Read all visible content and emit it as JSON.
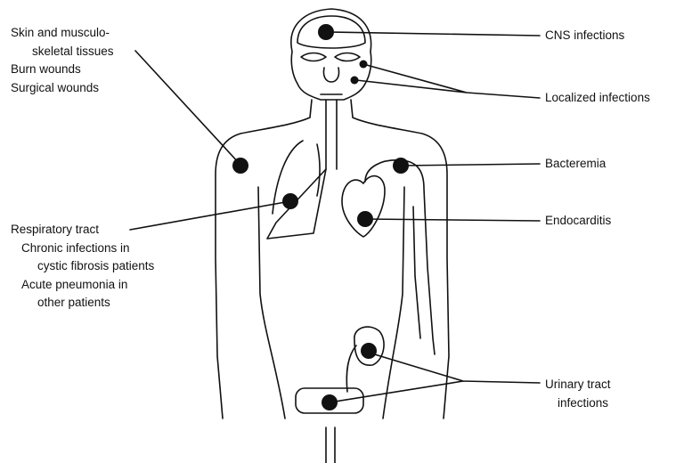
{
  "labels": {
    "skin": [
      "Skin and musculo-",
      "skeletal tissues",
      "Burn wounds",
      "Surgical wounds"
    ],
    "respiratory": [
      "Respiratory tract",
      "Chronic infections in",
      "cystic fibrosis patients",
      "Acute pneumonia in",
      "other patients"
    ],
    "cns": "CNS infections",
    "localized": "Localized infections",
    "bacteremia": "Bacteremia",
    "endocarditis": "Endocarditis",
    "urinary": [
      "Urinary tract",
      "infections"
    ]
  },
  "colors": {
    "ink": "#111111",
    "background": "#ffffff"
  }
}
